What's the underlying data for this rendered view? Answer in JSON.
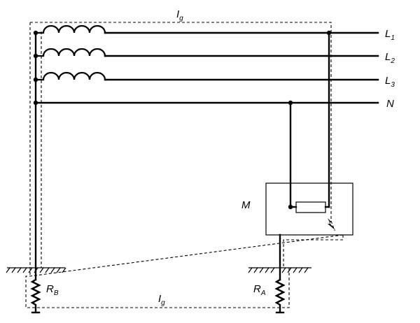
{
  "labels": {
    "fault_current_top": {
      "main": "I",
      "sub": "g"
    },
    "fault_current_bottom": {
      "main": "I",
      "sub": "g"
    },
    "line1": {
      "main": "L",
      "sub": "1"
    },
    "line2": {
      "main": "L",
      "sub": "2"
    },
    "line3": {
      "main": "L",
      "sub": "3"
    },
    "neutral": "N",
    "motor": "M",
    "source_earth_resistor": {
      "main": "R",
      "sub": "B"
    },
    "load_earth_resistor": {
      "main": "R",
      "sub": "A"
    }
  }
}
